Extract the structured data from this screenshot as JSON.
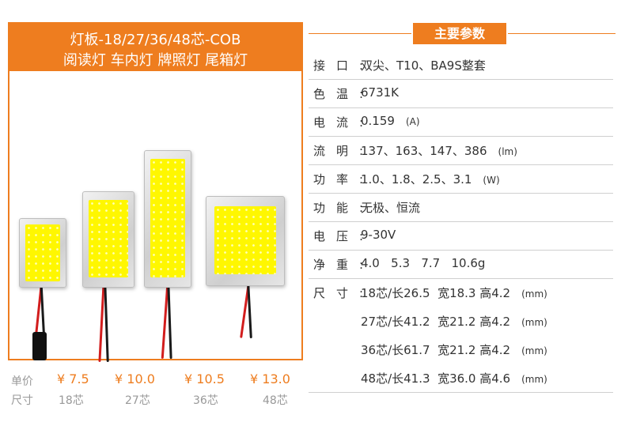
{
  "banner": {
    "line1": "灯板-18/27/36/48芯-COB",
    "line2": "阅读灯 车内灯 牌照灯 尾箱灯"
  },
  "prices": {
    "label": "单价",
    "values": [
      "¥ 7.5",
      "¥ 10.0",
      "¥ 10.5",
      "¥ 13.0"
    ]
  },
  "sizes": {
    "label": "尺寸",
    "values": [
      "18芯",
      "27芯",
      "36芯",
      "48芯"
    ]
  },
  "params": {
    "title": "主要参数",
    "rows": [
      {
        "key": "接口:",
        "value": "双尖、T10、BA9S整套",
        "unit": ""
      },
      {
        "key": "色温:",
        "value": "6731K",
        "unit": ""
      },
      {
        "key": "电流:",
        "value": "0.159",
        "unit": "(A)"
      },
      {
        "key": "流明:",
        "value": "137、163、147、386",
        "unit": "(lm)"
      },
      {
        "key": "功率:",
        "value": "1.0、1.8、2.5、3.1",
        "unit": "(W)"
      },
      {
        "key": "功能:",
        "value": "无极、恒流",
        "unit": ""
      },
      {
        "key": "电压:",
        "value": "9-30V",
        "unit": ""
      },
      {
        "key": "净重:",
        "value": "4.0   5.3   7.7   10.6g",
        "unit": ""
      },
      {
        "key": "尺寸:",
        "value": "18芯/长26.5  宽18.3 高4.2",
        "unit": "(mm)"
      },
      {
        "key": "",
        "value": "27芯/长41.2  宽21.2 高4.2",
        "unit": "(mm)"
      },
      {
        "key": "",
        "value": "36芯/长61.7  宽21.2 高4.2",
        "unit": "(mm)"
      },
      {
        "key": "",
        "value": "48芯/长41.3  宽36.0 高4.6",
        "unit": "(mm)"
      }
    ]
  },
  "colors": {
    "accent": "#ee7d1f",
    "led": "#fff700",
    "wire_red": "#d21d1d"
  }
}
